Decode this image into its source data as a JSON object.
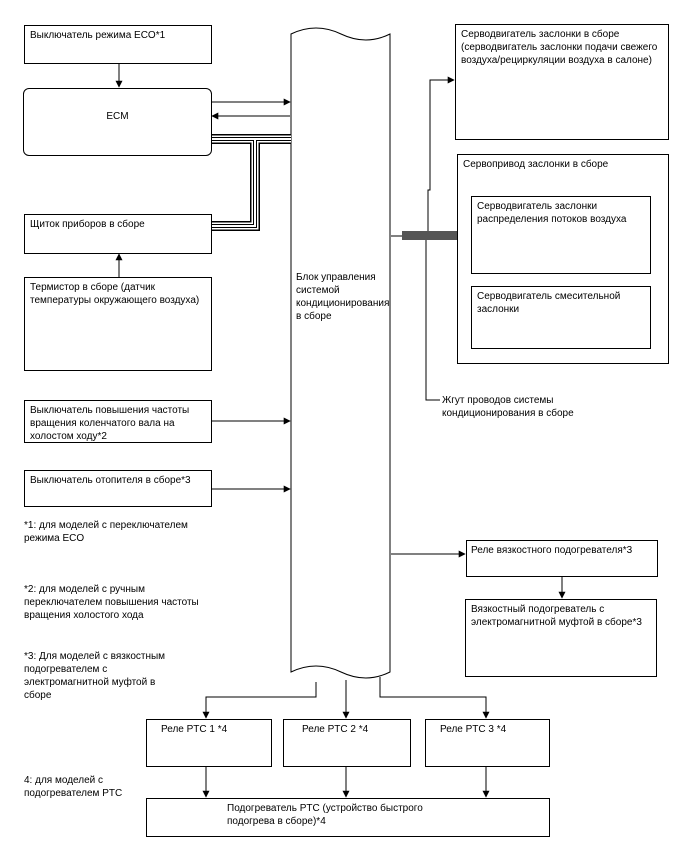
{
  "blocks": {
    "eco_switch": "Выключатель режима ECO*1",
    "ecm": "ECM",
    "combination_meter": "Щиток приборов в сборе",
    "thermistor": "Термистор в сборе (датчик температуры окружающего воздуха)",
    "idle_up_switch": "Выключатель повышения частоты вращения коленчатого вала на холостом ходу*2",
    "heater_switch": "Выключатель отопителя в сборе*3",
    "ac_amplifier": "Блок управления системой кондиционирования в сборе",
    "air_inlet_damper": "Серводвигатель заслонки в сборе (серводвигатель заслонки подачи свежего воздуха/рециркуляции воздуха в салоне)",
    "damper_servo_assy": "Сервопривод заслонки в сборе",
    "air_outlet_servo": "Серводвигатель заслонки распределения потоков воздуха",
    "air_mix_servo": "Серводвигатель смесительной заслонки",
    "wire_harness": "Жгут проводов системы кондиционирования в сборе",
    "viscous_heater_relay": "Реле вязкостного подогревателя*3",
    "viscous_heater": "Вязкостный подогреватель с электромагнитной муфтой в сборе*3",
    "ptc_relay_1": "Реле PTC 1 *4",
    "ptc_relay_2": "Реле PTC 2 *4",
    "ptc_relay_3": "Реле PTC 3 *4",
    "ptc_heater": "Подогреватель PTC (устройство быстрого подогрева в сборе)*4"
  },
  "notes": {
    "note1": "*1: для моделей с переключателем режима ECO",
    "note2": "*2: для моделей с ручным переключателем повышения частоты вращения холостого хода",
    "note3": "*3: Для моделей с вязкостным подогревателем с электромагнитной муфтой в сборе",
    "note4": "4: для моделей с подогревателем PTC"
  },
  "colors": {
    "line": "#000000",
    "background": "#ffffff",
    "harness_bar": "#555555"
  }
}
